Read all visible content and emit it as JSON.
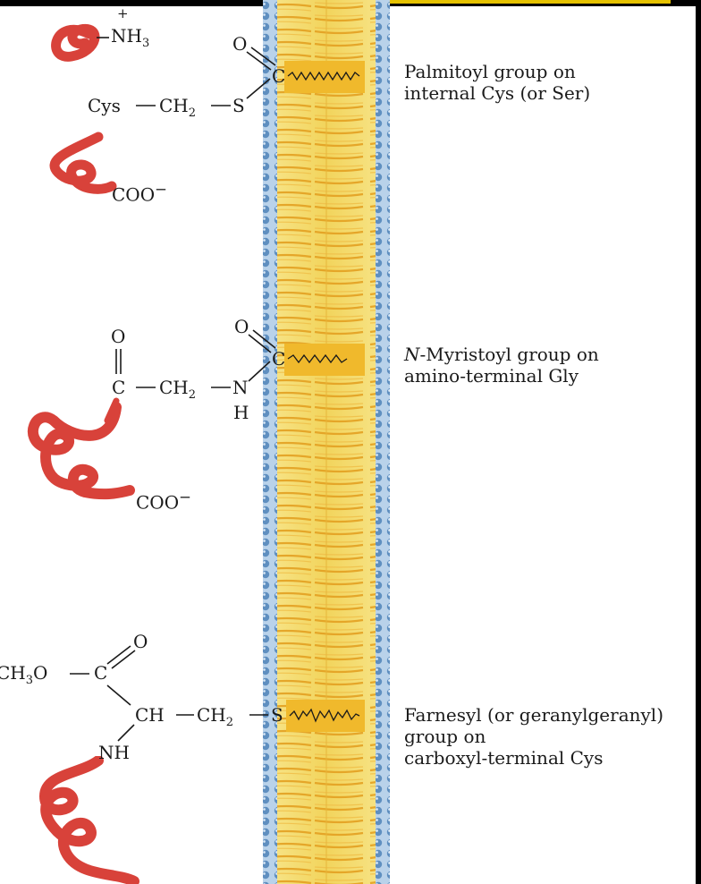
{
  "captions": {
    "palmitoyl": [
      "Palmitoyl group on",
      "internal Cys (or Ser)"
    ],
    "myristoyl_italic": "N",
    "myristoyl": [
      "-Myristoyl group on",
      "amino-terminal Gly"
    ],
    "farnesyl": [
      "Farnesyl (or geranylgeranyl)",
      "group on",
      "carboxyl-terminal Cys"
    ]
  },
  "chem": {
    "nh3": "NH",
    "nh3_sub": "3",
    "plus": "+",
    "cys": "Cys",
    "ch2": "CH",
    "ch2_sub": "2",
    "s": "S",
    "c": "C",
    "o": "O",
    "coo": "COO",
    "minus": "−",
    "n": "N",
    "h": "H",
    "ch3o": "CH",
    "ch3o_sub": "3",
    "ch3o_tail": "O",
    "ch": "CH",
    "nh": "NH"
  },
  "colors": {
    "membrane_yellow": "#f3d65e",
    "membrane_orange": "#e8a51e",
    "membrane_blue": "#6f9cc9",
    "protein_red": "#d8423a",
    "text": "#1a1a1a"
  }
}
